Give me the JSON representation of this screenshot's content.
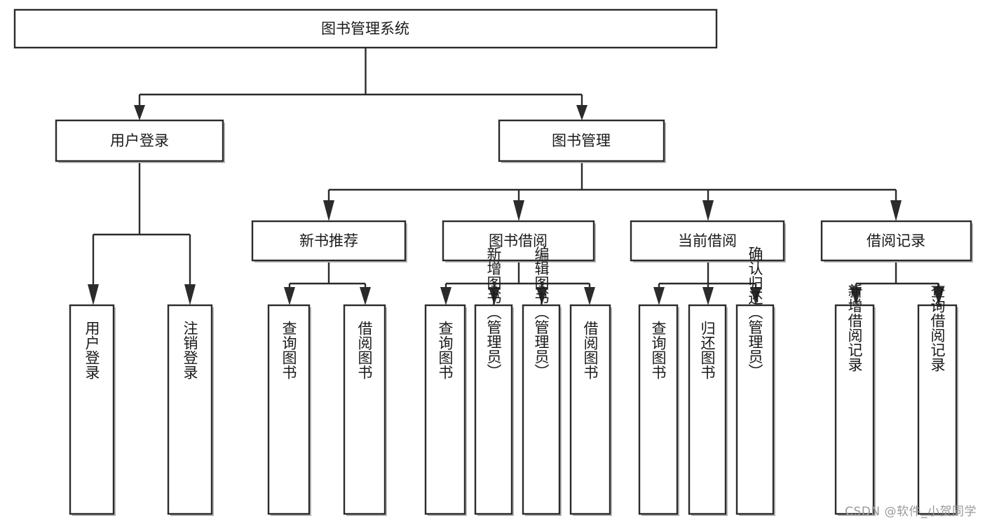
{
  "diagram": {
    "title": "图书管理系统",
    "type": "tree-hierarchy",
    "orientation": "top-down",
    "root": {
      "id": "root",
      "label": "图书管理系统"
    },
    "level2": [
      {
        "id": "user-login",
        "label": "用户登录"
      },
      {
        "id": "book-management",
        "label": "图书管理"
      }
    ],
    "level3": [
      {
        "id": "new-book-recommend",
        "label": "新书推荐",
        "parent": "book-management"
      },
      {
        "id": "book-borrow",
        "label": "图书借阅",
        "parent": "book-management"
      },
      {
        "id": "current-borrow",
        "label": "当前借阅",
        "parent": "book-management"
      },
      {
        "id": "borrow-record",
        "label": "借阅记录",
        "parent": "book-management"
      }
    ],
    "leaves": [
      {
        "id": "leaf-user-login",
        "label": "用户登录",
        "parent": "user-login"
      },
      {
        "id": "leaf-logout",
        "label": "注销登录",
        "parent": "user-login"
      },
      {
        "id": "leaf-query-book-1",
        "label": "查询图书",
        "parent": "new-book-recommend"
      },
      {
        "id": "leaf-borrow-book-1",
        "label": "借阅图书",
        "parent": "new-book-recommend"
      },
      {
        "id": "leaf-query-book-2",
        "label": "查询图书",
        "parent": "book-borrow"
      },
      {
        "id": "leaf-add-book",
        "label": "新增图书（管理员）",
        "parent": "book-borrow"
      },
      {
        "id": "leaf-edit-book",
        "label": "编辑图书（管理员）",
        "parent": "book-borrow"
      },
      {
        "id": "leaf-borrow-book-2",
        "label": "借阅图书",
        "parent": "book-borrow"
      },
      {
        "id": "leaf-query-book-3",
        "label": "查询图书",
        "parent": "current-borrow"
      },
      {
        "id": "leaf-return-book",
        "label": "归还图书",
        "parent": "current-borrow"
      },
      {
        "id": "leaf-confirm-return",
        "label": "确认归还（管理员）",
        "parent": "current-borrow"
      },
      {
        "id": "leaf-add-record",
        "label": "新增借阅记录",
        "parent": "borrow-record"
      },
      {
        "id": "leaf-query-record",
        "label": "查询借阅记录",
        "parent": "borrow-record"
      }
    ]
  },
  "watermark": {
    "text": "CSDN @软件_小贺同学"
  },
  "colors": {
    "background": "#ffffff",
    "box_fill": "#ffffff",
    "box_stroke": "#2b2b2b",
    "connector": "#2b2b2b",
    "text": "#1a1a1a",
    "watermark": "#9a9a9a",
    "shadow": "#b9b9b9"
  }
}
